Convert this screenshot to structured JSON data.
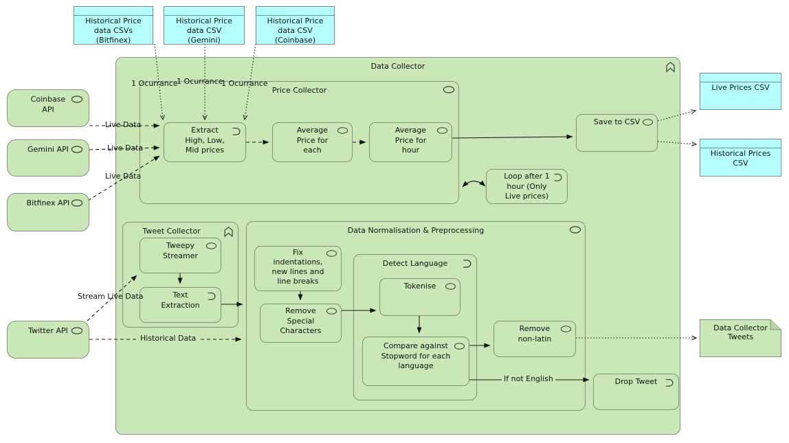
{
  "colors": {
    "element_green": "#c9e7b7",
    "artifact_cyan": "#b5ffff",
    "border_green_gray": "#82927c",
    "border_cyan_gray": "#6d8f94",
    "line_black": "#1a1a1a",
    "background": "#ffffff"
  },
  "containers": {
    "data_collector": {
      "label": "Data Collector"
    },
    "price_collector": {
      "label": "Price Collector"
    },
    "tweet_collector": {
      "label": "Tweet Collector"
    },
    "data_normalisation": {
      "label": "Data Normalisation & Preprocessing"
    },
    "detect_language": {
      "label": "Detect Language"
    }
  },
  "apis": {
    "coinbase": {
      "label": "Coinbase\nAPI"
    },
    "gemini": {
      "label": "Gemini API"
    },
    "bitfinex": {
      "label": "Bitfinex API"
    },
    "twitter": {
      "label": "Twitter API"
    }
  },
  "artifacts": {
    "hist_bitfinex": {
      "label": "Historical Price\ndata CSVs\n(Bitfinex)"
    },
    "hist_gemini": {
      "label": "Historical Price\ndata CSV\n(Gemini)"
    },
    "hist_coinbase": {
      "label": "Historical Price\ndata CSV\n(Coinbase)"
    },
    "live_prices": {
      "label": "Live Prices CSV"
    },
    "historical_prices": {
      "label": "Historical Prices\nCSV"
    },
    "tweets_note": {
      "label": "Data Collector\nTweets"
    }
  },
  "processes": {
    "extract": {
      "label": "Extract\nHigh, Low,\nMid prices"
    },
    "avg_each": {
      "label": "Average\nPrice for\neach"
    },
    "avg_hour": {
      "label": "Average\nPrice for\nhour"
    },
    "save_csv": {
      "label": "Save to CSV"
    },
    "loop": {
      "label": "Loop after 1\nhour (Only\nLive prices)"
    },
    "tweepy": {
      "label": "Tweepy\nStreamer"
    },
    "text_extraction": {
      "label": "Text\nExtraction"
    },
    "fix_indent": {
      "label": "Fix\nindentations,\nnew lines and\nline breaks"
    },
    "remove_special": {
      "label": "Remove\nSpecial\nCharacters"
    },
    "tokenise": {
      "label": "Tokenise"
    },
    "compare_stopword": {
      "label": "Compare against\nStopword for each\nlanguage"
    },
    "remove_nonlatin": {
      "label": "Remove\nnon-latin"
    },
    "drop_tweet": {
      "label": "Drop Tweet"
    }
  },
  "edge_labels": {
    "ocurrance_1": "1 Ocurrance",
    "ocurrance_2": "1 Ocurrance",
    "ocurrance_3": "1 Ocurrance",
    "live_data_1": "Live Data",
    "live_data_2": "Live Data",
    "live_data_3": "Live Data",
    "stream_live_data": "Stream Live Data",
    "historical_data": "Historical Data",
    "if_not_english": "If not English"
  }
}
